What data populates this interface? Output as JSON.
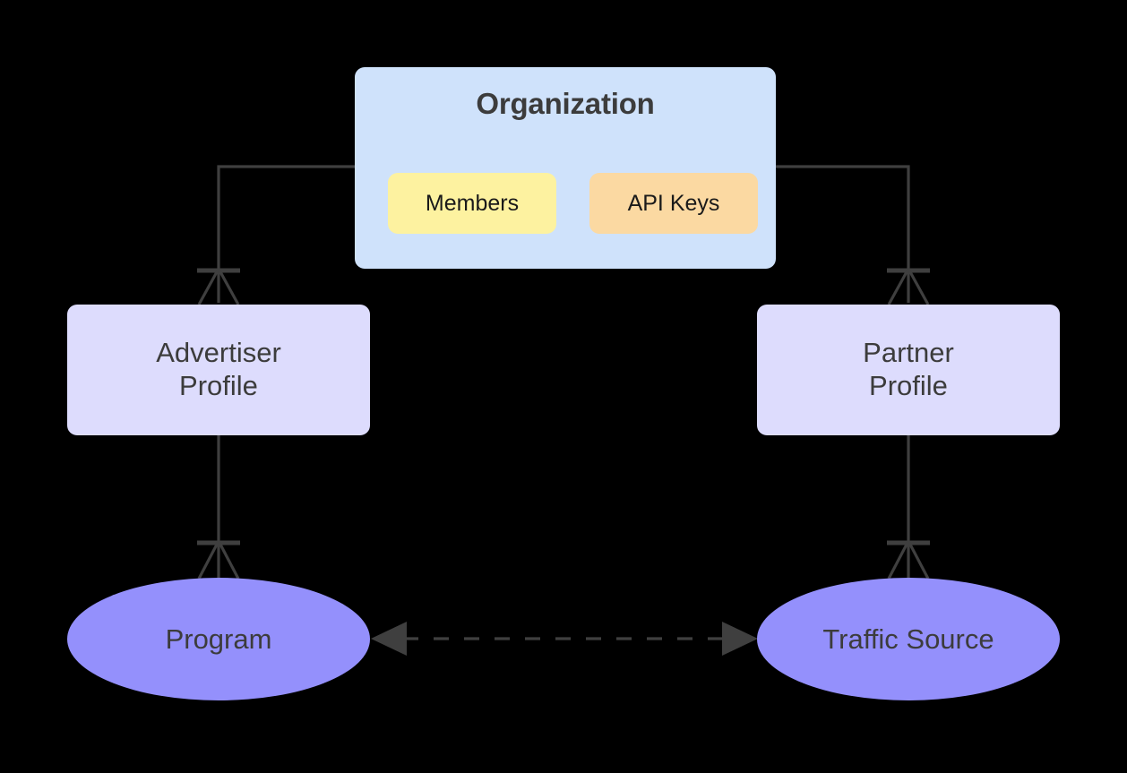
{
  "diagram": {
    "type": "entity-relationship",
    "background_color": "#000000",
    "line_color": "#3f3f3f",
    "text_color": "#3c3c3c",
    "notation": "crow's foot",
    "title": "Organization"
  },
  "organization": {
    "label": "Organization",
    "fill_color": "#cfe2fb",
    "chips": [
      {
        "label": "Members",
        "fill_color": "#fdf2a0"
      },
      {
        "label": "API Keys",
        "fill_color": "#fbd9a2"
      }
    ]
  },
  "nodes": [
    {
      "id": "advertiser-profile",
      "label": "Advertiser\nProfile",
      "shape": "rounded-rect",
      "fill_color": "#dddcfd"
    },
    {
      "id": "partner-profile",
      "label": "Partner\nProfile",
      "shape": "rounded-rect",
      "fill_color": "#dddcfd"
    },
    {
      "id": "program",
      "label": "Program",
      "shape": "ellipse",
      "fill_color": "#9490fc"
    },
    {
      "id": "traffic-source",
      "label": "Traffic Source",
      "shape": "ellipse",
      "fill_color": "#9490fc"
    }
  ],
  "edges": [
    {
      "from": "organization",
      "to": "advertiser-profile",
      "style": "solid",
      "end_marker": "crows-foot-one"
    },
    {
      "from": "organization",
      "to": "partner-profile",
      "style": "solid",
      "end_marker": "crows-foot-one"
    },
    {
      "from": "advertiser-profile",
      "to": "program",
      "style": "solid",
      "end_marker": "crows-foot-one"
    },
    {
      "from": "partner-profile",
      "to": "traffic-source",
      "style": "solid",
      "end_marker": "crows-foot-one"
    },
    {
      "from": "program",
      "to": "traffic-source",
      "style": "dashed",
      "end_marker": "arrow-both"
    }
  ]
}
